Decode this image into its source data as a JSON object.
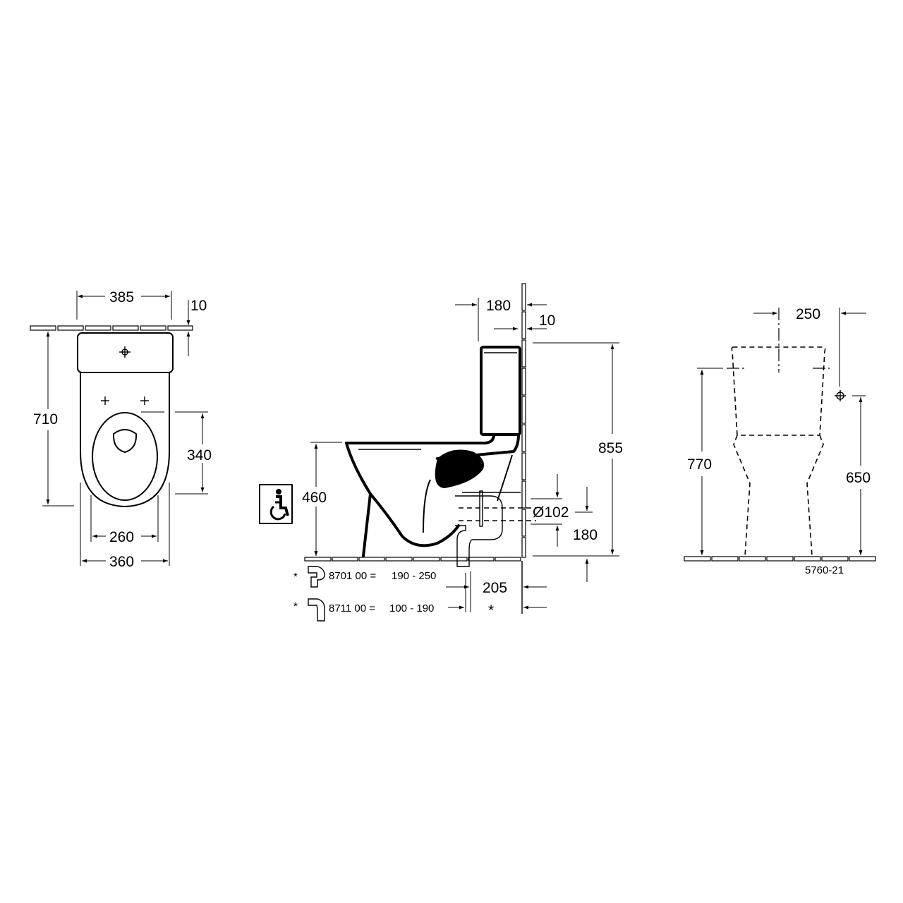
{
  "drawing_id": "5760-21",
  "top_view": {
    "width_tank": "385",
    "wall_gap": "10",
    "depth_total": "710",
    "seat_depth": "340",
    "seat_width": "260",
    "bowl_width": "360"
  },
  "side_view": {
    "tank_depth": "180",
    "wall_gap": "10",
    "height_total": "855",
    "seat_height": "460",
    "outlet_diameter": "Ø102",
    "outlet_height": "180",
    "outlet_offset": "205",
    "offset_note": "*",
    "accessibility_icon": "wheelchair-icon",
    "accessories": [
      {
        "marker": "*",
        "part": "8701 00 =",
        "range": "190 -  250"
      },
      {
        "marker": "*",
        "part": "8711 00 =",
        "range": "100 - 190"
      }
    ]
  },
  "front_view": {
    "water_offset": "250",
    "height_total": "770",
    "water_inlet_height": "650"
  }
}
